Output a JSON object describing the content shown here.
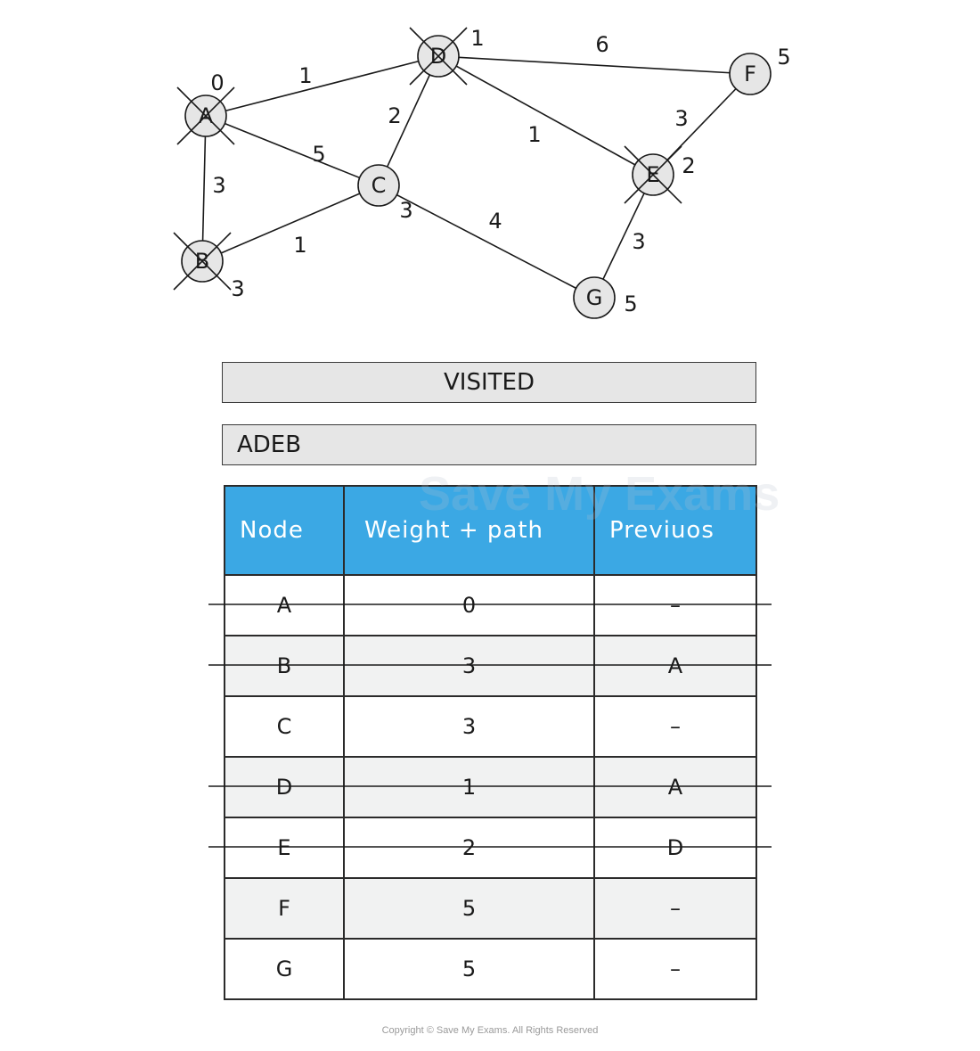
{
  "graph": {
    "nodes": [
      {
        "id": "A",
        "label": "A",
        "dist_label": "0",
        "crossed": true
      },
      {
        "id": "D",
        "label": "D",
        "dist_label": "1",
        "crossed": true
      },
      {
        "id": "F",
        "label": "F",
        "dist_label": "5",
        "crossed": false
      },
      {
        "id": "C",
        "label": "C",
        "dist_label": "3",
        "crossed": false
      },
      {
        "id": "E",
        "label": "E",
        "dist_label": "2",
        "crossed": true
      },
      {
        "id": "B",
        "label": "B",
        "dist_label": "3",
        "crossed": true
      },
      {
        "id": "G",
        "label": "G",
        "dist_label": "5",
        "crossed": false
      }
    ],
    "edges": [
      {
        "from": "A",
        "to": "D",
        "weight": "1"
      },
      {
        "from": "D",
        "to": "F",
        "weight": "6"
      },
      {
        "from": "A",
        "to": "C",
        "weight": "5"
      },
      {
        "from": "D",
        "to": "C",
        "weight": "2"
      },
      {
        "from": "D",
        "to": "E",
        "weight": "1"
      },
      {
        "from": "F",
        "to": "E",
        "weight": "3"
      },
      {
        "from": "A",
        "to": "B",
        "weight": "3"
      },
      {
        "from": "B",
        "to": "C",
        "weight": "1"
      },
      {
        "from": "C",
        "to": "G",
        "weight": "4"
      },
      {
        "from": "E",
        "to": "G",
        "weight": "3"
      }
    ]
  },
  "visited": {
    "title": "VISITED",
    "list": "ADEB"
  },
  "table": {
    "headers": {
      "node": "Node",
      "weight": "Weight + path",
      "previous": "Previuos"
    },
    "rows": [
      {
        "node": "A",
        "weight": "0",
        "previous": "–",
        "crossed": true
      },
      {
        "node": "B",
        "weight": "3",
        "previous": "A",
        "crossed": true
      },
      {
        "node": "C",
        "weight": "3",
        "previous": "–",
        "crossed": false
      },
      {
        "node": "D",
        "weight": "1",
        "previous": "A",
        "crossed": true
      },
      {
        "node": "E",
        "weight": "2",
        "previous": "D",
        "crossed": true
      },
      {
        "node": "F",
        "weight": "5",
        "previous": "–",
        "crossed": false
      },
      {
        "node": "G",
        "weight": "5",
        "previous": "–",
        "crossed": false
      }
    ]
  },
  "watermark": "Save My Exams",
  "copyright": "Copyright © Save My Exams. All Rights Reserved",
  "colors": {
    "header_blue": "#3ba8e4",
    "node_fill": "#e6e6e6",
    "row_shade": "#f1f2f2",
    "line": "#1a1a1a"
  }
}
